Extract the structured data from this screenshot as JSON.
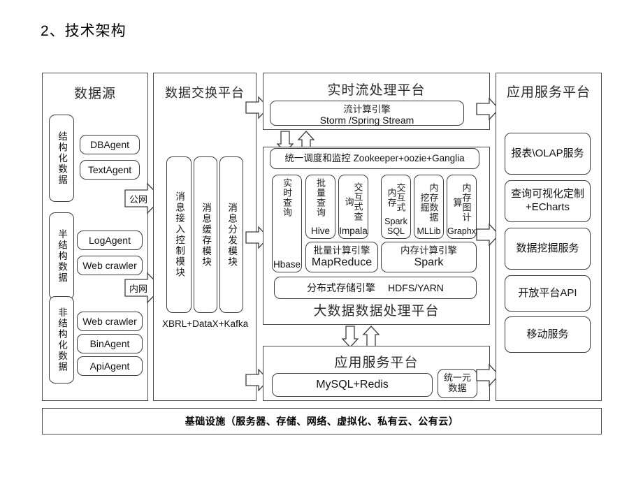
{
  "page": {
    "title": "2、技术架构"
  },
  "columns": {
    "data_source": {
      "title": "数据源",
      "groups": [
        {
          "label": "结构化数据",
          "items": [
            "DBAgent",
            "TextAgent"
          ]
        },
        {
          "label": "半结构数据",
          "items": [
            "LogAgent",
            "Web crawler"
          ]
        },
        {
          "label": "非结构化数据",
          "items": [
            "Web crawler",
            "BinAgent",
            "ApiAgent"
          ]
        }
      ]
    },
    "exchange": {
      "title": "数据交换平台",
      "modules": [
        "消息接入控制模块",
        "消息缓存模块",
        "消息分发模块"
      ],
      "tech_label": "XBRL+DataX+Kafka"
    },
    "stream": {
      "title": "实时流处理平台",
      "engine": {
        "cn": "流计算引擎",
        "en": "Storm /Spring Stream"
      }
    },
    "bigdata": {
      "scheduler": "统一调度和监控 Zookeeper+oozie+Ganglia",
      "realtime_query": {
        "cn": "实时查询",
        "en": "Hbase"
      },
      "batch_group": {
        "items": [
          {
            "cn": "批量查询",
            "en": "Hive"
          },
          {
            "cn": "交互式查询",
            "en": "Impala"
          }
        ],
        "engine": {
          "cn": "批量计算引擎",
          "en": "MapReduce"
        }
      },
      "memory_group": {
        "items": [
          {
            "cn": "交互式内存",
            "en": "Spark SQL"
          },
          {
            "cn": "内存数据挖掘",
            "en": "MLLib"
          },
          {
            "cn": "内存图计算",
            "en": "Graphx"
          }
        ],
        "engine": {
          "cn": "内存计算引擎",
          "en": "Spark"
        }
      },
      "storage": {
        "cn": "分布式存储引擎",
        "en": "HDFS/YARN"
      },
      "platform_label": "大数据数据处理平台"
    },
    "app_bottom": {
      "title": "应用服务平台",
      "database": "MySQL+Redis",
      "metadata": "统一元数据"
    },
    "app_right": {
      "title": "应用服务平台",
      "services": [
        "报表\\OLAP服务",
        "查询可视化定制+ECharts",
        "数据挖掘服务",
        "开放平台API",
        "移动服务"
      ]
    }
  },
  "arrows": {
    "public_net": "公网",
    "private_net": "内网"
  },
  "infrastructure": {
    "label": "基础设施（服务器、存储、网络、虚拟化、私有云、公有云）"
  }
}
